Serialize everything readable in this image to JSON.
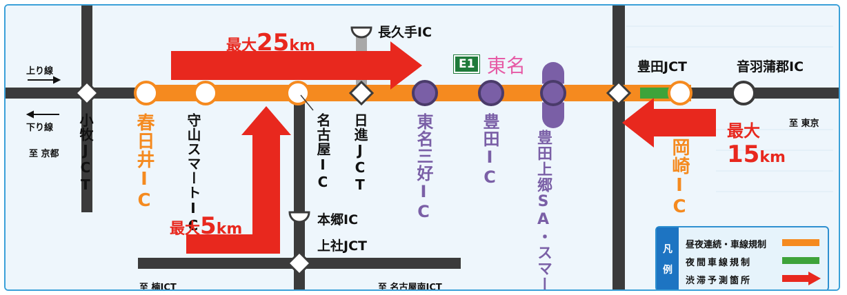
{
  "colors": {
    "regulation": "#f58a1f",
    "night": "#3ea33a",
    "congestion": "#e8281e",
    "ic_purple": "#7a5fa6",
    "ic_orange": "#f58a1f",
    "road_gray": "#3b3b3b",
    "legend_blue": "#1d74c2",
    "tomei_pink": "#e65aa5",
    "sign_green": "#1f7a3a"
  },
  "route_sign": {
    "code": "E1",
    "name": "東名"
  },
  "direction": {
    "up": "上り線",
    "down": "下り線",
    "to_kyoto": "至 京都",
    "to_tokyo": "至 東京"
  },
  "destinations": {
    "kusunoki": "至 楠JCT",
    "nagoya_minami": "至 名古屋南JCT"
  },
  "junctions": {
    "komaki": "小牧JCT",
    "nisshin": "日進JCT",
    "toyota_jct": "豊田JCT",
    "kamiyashiro": "上社JCT"
  },
  "interchanges": {
    "kasugai": "春日井IC",
    "moriyama": "守山スマートIC",
    "nagoya": "名古屋IC",
    "tomei_miyoshi": "東名三好IC",
    "toyota": "豊田IC",
    "toyota_kamigo": "豊田上郷SA・スマートIC",
    "okazaki": "岡崎IC",
    "otowa": "音羽蒲郡IC",
    "nagakute": "長久手IC",
    "hongo": "本郷IC"
  },
  "congestion": {
    "max25": {
      "prefix": "最大",
      "value": "25",
      "unit": "km"
    },
    "max5": {
      "prefix": "最大",
      "value": "5",
      "unit": "km"
    },
    "max15": {
      "prefix": "最大",
      "value": "15",
      "unit": "km"
    }
  },
  "legend": {
    "title_chars": [
      "凡",
      "例"
    ],
    "items": [
      {
        "label": "昼夜連続・車線規制",
        "color": "#f58a1f"
      },
      {
        "label": "夜間車線規制",
        "color": "#3ea33a"
      },
      {
        "label": "渋滞予測箇所",
        "color": "#e8281e"
      }
    ]
  }
}
